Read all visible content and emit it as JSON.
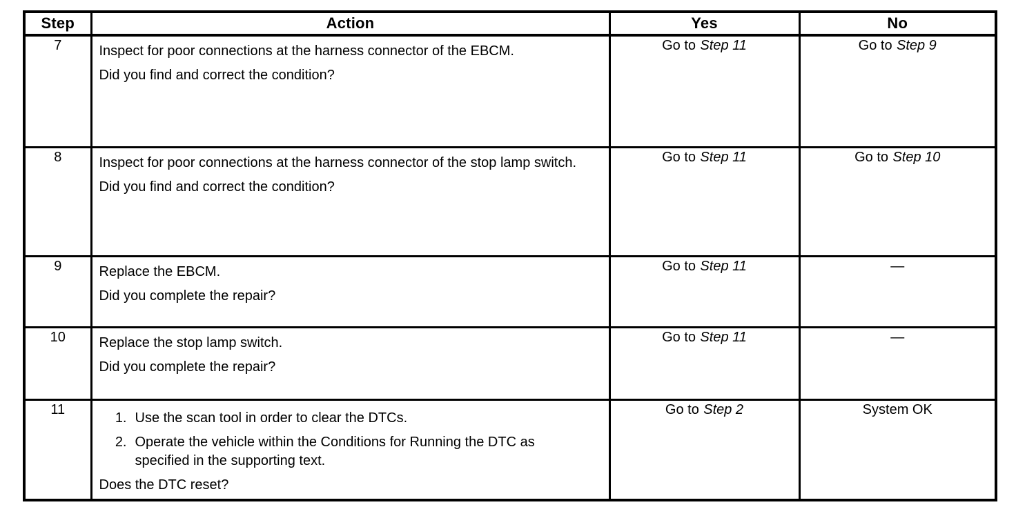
{
  "colors": {
    "border": "#000000",
    "text": "#000000",
    "background": "#ffffff"
  },
  "table": {
    "headers": {
      "step": "Step",
      "action": "Action",
      "yes": "Yes",
      "no": "No"
    },
    "rows": [
      {
        "step": "7",
        "action": "Inspect for poor connections at the harness connector of the EBCM.",
        "question": "Did you find and correct the condition?",
        "yes_go": "Go to",
        "yes_step": "Step 11",
        "no_go": "Go to",
        "no_step": "Step 9"
      },
      {
        "step": "8",
        "action": "Inspect for poor connections at the harness connector of the stop lamp switch.",
        "question": "Did you find and correct the condition?",
        "yes_go": "Go to",
        "yes_step": "Step 11",
        "no_go": "Go to",
        "no_step": "Step 10"
      },
      {
        "step": "9",
        "action": "Replace the EBCM.",
        "question": "Did you complete the repair?",
        "yes_go": "Go to",
        "yes_step": "Step 11",
        "no_dash": "—"
      },
      {
        "step": "10",
        "action": "Replace the stop lamp switch.",
        "question": "Did you complete the repair?",
        "yes_go": "Go to",
        "yes_step": "Step 11",
        "no_dash": "—"
      },
      {
        "step": "11",
        "action_list": [
          {
            "num": "1.",
            "text": "Use the scan tool in order to clear the DTCs."
          },
          {
            "num": "2.",
            "text": "Operate the vehicle within the Conditions for Running the DTC as specified in the supporting text."
          }
        ],
        "question": "Does the DTC reset?",
        "yes_go": "Go to",
        "yes_step": "Step 2",
        "no_plain": "System OK"
      }
    ]
  }
}
